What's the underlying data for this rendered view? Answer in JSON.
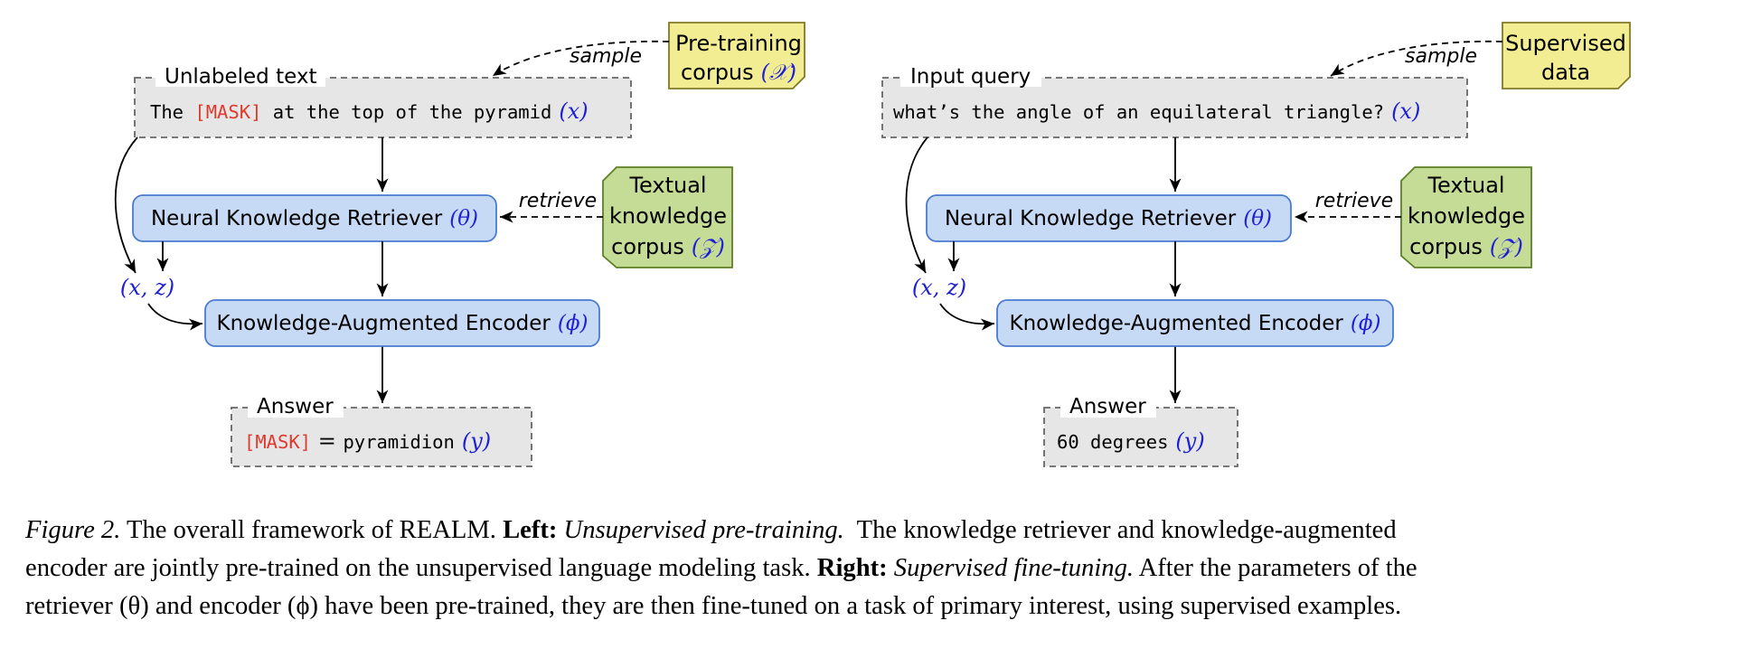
{
  "left": {
    "query_label": "Unlabeled text",
    "query_pre": "The ",
    "query_mask": "[MASK]",
    "query_post": " at the top of the pyramid",
    "query_var": "(x)",
    "source_line1": "Pre-training",
    "source_line2": "corpus",
    "source_var": "(𝒳)",
    "sample_label": "sample",
    "retriever": "Neural Knowledge Retriever",
    "retriever_var": "(θ)",
    "retrieve_label": "retrieve",
    "kc_line1": "Textual",
    "kc_line2": "knowledge",
    "kc_line3": "corpus",
    "kc_var": "(𝒵)",
    "xz": "(x, z)",
    "encoder": "Knowledge-Augmented Encoder",
    "encoder_var": "(ϕ)",
    "answer_label": "Answer",
    "answer_mask": "[MASK]",
    "answer_eq": " = ",
    "answer_value": "pyramidion",
    "answer_var": "(y)"
  },
  "right": {
    "query_label": "Input query",
    "query_text": "what’s the angle of an equilateral triangle?",
    "query_var": "(x)",
    "source_line1": "Supervised",
    "source_line2": "data",
    "sample_label": "sample",
    "retriever": "Neural Knowledge Retriever",
    "retriever_var": "(θ)",
    "retrieve_label": "retrieve",
    "kc_line1": "Textual",
    "kc_line2": "knowledge",
    "kc_line3": "corpus",
    "kc_var": "(𝒵)",
    "xz": "(x, z)",
    "encoder": "Knowledge-Augmented Encoder",
    "encoder_var": "(ϕ)",
    "answer_label": "Answer",
    "answer_value": "60 degrees",
    "answer_var": "(y)"
  },
  "caption": {
    "fig_label": "Figure 2.",
    "s1": " The overall framework of REALM. ",
    "left_bold": "Left:",
    "left_italic": " Unsupervised pre-training.",
    "s2": "  The knowledge retriever and knowledge-augmented",
    "s3": "encoder are jointly pre-trained on the unsupervised language modeling task. ",
    "right_bold": "Right:",
    "right_italic": " Supervised fine-tuning.",
    "s4": " After the parameters of the",
    "s5": "retriever (θ) and encoder (ϕ) have been pre-trained, they are then fine-tuned on a task of primary interest, using supervised examples."
  },
  "colors": {
    "blue_box_fill": "#c6d9f5",
    "blue_box_stroke": "#4a7bd0",
    "green_fill": "#c5dc96",
    "green_stroke": "#5d7f27",
    "yellow_fill": "#f2ec92",
    "yellow_stroke": "#807a25",
    "gray_fill": "#e6e6e6",
    "mask_red": "#e0392e",
    "var_blue": "#1f1fd6"
  }
}
